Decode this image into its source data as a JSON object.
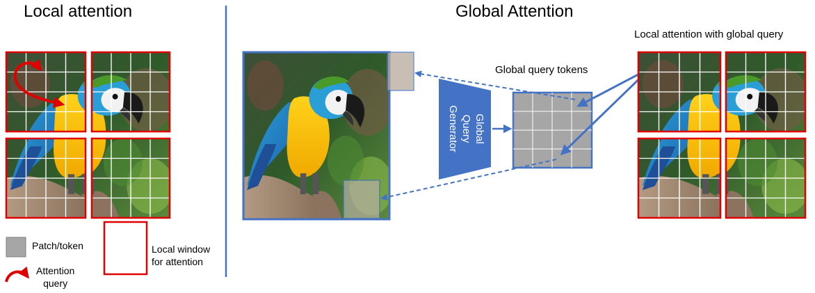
{
  "titles": {
    "local": "Local attention",
    "global": "Global Attention"
  },
  "labels": {
    "local_global_query": "Local attention with global query",
    "global_query_tokens": "Global query tokens",
    "generator_line1": "Global",
    "generator_line2": "Query",
    "generator_line3": "Generator"
  },
  "legend": {
    "patch": "Patch/token",
    "attention_line1": "Attention",
    "attention_line2": "query",
    "window_line1": "Local window",
    "window_line2": "for attention"
  },
  "colors": {
    "divider": "#4472c4",
    "window_border": "#e00000",
    "arrow_blue": "#4472c4",
    "generator_fill": "#4472c4",
    "token_grey": "#a6a6a6",
    "attention_arrow": "#e00000"
  }
}
